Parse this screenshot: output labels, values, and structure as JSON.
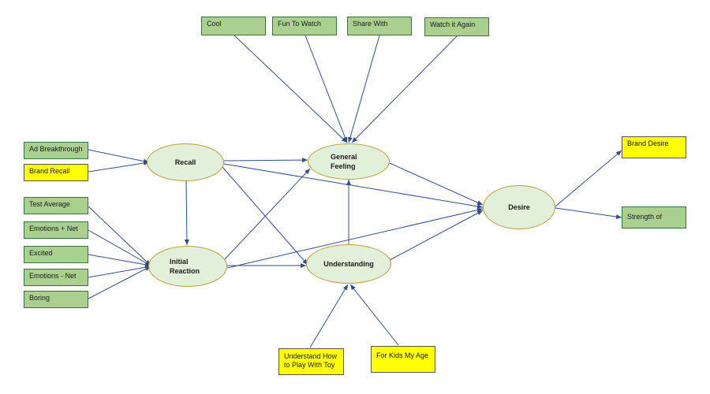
{
  "indicators": {
    "cool": "Cool",
    "fun_to_watch": "Fun To Watch",
    "share_with": "Share With",
    "watch_it_again": "Watch it Again",
    "ad_breakthrough": "Ad Breakthrough",
    "brand_recall": "Brand Recall",
    "test_average": "Test Average",
    "emotions_pos_net": "Emotions + Net",
    "excited": "Excited",
    "emotions_neg_net": "Emotions - Net",
    "boring": "Boring",
    "understand_how": "Understand How to Play With Toy",
    "for_kids_my_age": "For Kids My Age",
    "brand_desire": "Brand Desire",
    "strength_of": "Strength of"
  },
  "constructs": {
    "recall": "Recall",
    "initial_reaction": "Initial\nReaction",
    "general_feeling": "General\nFeeling",
    "understanding": "Understanding",
    "desire": "Desire"
  },
  "colors": {
    "indicator_green": "#a9d08e",
    "indicator_yellow": "#ffff00",
    "construct_fill": "#e2efd9",
    "construct_border": "#b59f3b",
    "arrow": "#2e4d8a"
  }
}
